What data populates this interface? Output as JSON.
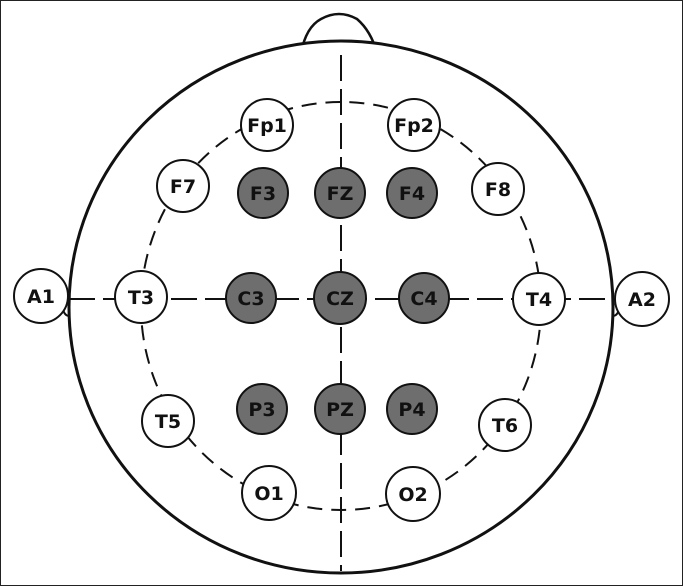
{
  "colors": {
    "outline": "#111111",
    "active_fill": "#6e6e6e",
    "inactive_fill": "#ffffff",
    "label_text": "#111111"
  },
  "electrodes": [
    {
      "id": "fp1",
      "label": "Fp1",
      "active": false
    },
    {
      "id": "fp2",
      "label": "Fp2",
      "active": false
    },
    {
      "id": "f7",
      "label": "F7",
      "active": false
    },
    {
      "id": "f3",
      "label": "F3",
      "active": true
    },
    {
      "id": "fz",
      "label": "FZ",
      "active": true
    },
    {
      "id": "f4",
      "label": "F4",
      "active": true
    },
    {
      "id": "f8",
      "label": "F8",
      "active": false
    },
    {
      "id": "a1",
      "label": "A1",
      "active": false
    },
    {
      "id": "t3",
      "label": "T3",
      "active": false
    },
    {
      "id": "c3",
      "label": "C3",
      "active": true
    },
    {
      "id": "cz",
      "label": "CZ",
      "active": true
    },
    {
      "id": "c4",
      "label": "C4",
      "active": true
    },
    {
      "id": "t4",
      "label": "T4",
      "active": false
    },
    {
      "id": "a2",
      "label": "A2",
      "active": false
    },
    {
      "id": "t5",
      "label": "T5",
      "active": false
    },
    {
      "id": "p3",
      "label": "P3",
      "active": true
    },
    {
      "id": "pz",
      "label": "PZ",
      "active": true
    },
    {
      "id": "p4",
      "label": "P4",
      "active": true
    },
    {
      "id": "t6",
      "label": "T6",
      "active": false
    },
    {
      "id": "o1",
      "label": "O1",
      "active": false
    },
    {
      "id": "o2",
      "label": "O2",
      "active": false
    }
  ]
}
